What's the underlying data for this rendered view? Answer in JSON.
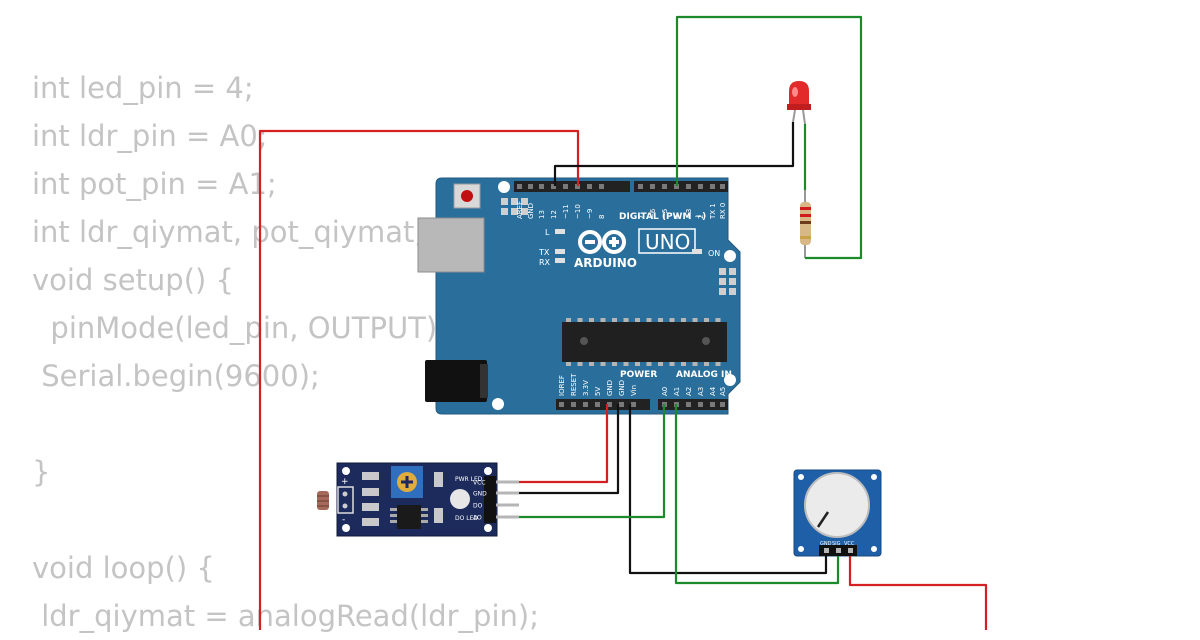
{
  "code_lines": [
    "int led_pin = 4;",
    "int ldr_pin = A0;",
    "int pot_pin = A1;",
    "int ldr_qiymat, pot_qiymat;",
    "void setup() {",
    "  pinMode(led_pin, OUTPUT);",
    " Serial.begin(9600);",
    "",
    "}",
    "",
    "void loop() {",
    " ldr_qiymat = analogRead(ldr_pin);"
  ],
  "board": {
    "brand": "ARDUINO",
    "model": "UNO",
    "digital_header_label": "DIGITAL (PWM ~)",
    "power_label": "POWER",
    "analog_label": "ANALOG IN",
    "on_label": "ON",
    "led_l": "L",
    "led_tx": "TX",
    "led_rx": "RX",
    "digital_pins": [
      "AREF",
      "GND",
      "13",
      "12",
      "~11",
      "~10",
      "~9",
      "8",
      "7",
      "~6",
      "~5",
      "4",
      "~3",
      "2",
      "TX 1",
      "RX 0"
    ],
    "power_pins": [
      "IOREF",
      "RESET",
      "3.3V",
      "5V",
      "GND",
      "GND",
      "Vin"
    ],
    "analog_pins": [
      "A0",
      "A1",
      "A2",
      "A3",
      "A4",
      "A5"
    ]
  },
  "ldr_module": {
    "pins": [
      "VCC",
      "GND",
      "DO",
      "AO"
    ],
    "pwr_led": "PWR LED",
    "do_led": "DO LED",
    "plus": "+",
    "minus": "-"
  },
  "potentiometer": {
    "pins": [
      "GND",
      "SIG",
      "VCC"
    ]
  },
  "colors": {
    "wire_red": "#d42020",
    "wire_green": "#1a8a2a",
    "wire_black": "#111111",
    "board": "#2a6f9c",
    "module": "#1c2a5c"
  }
}
